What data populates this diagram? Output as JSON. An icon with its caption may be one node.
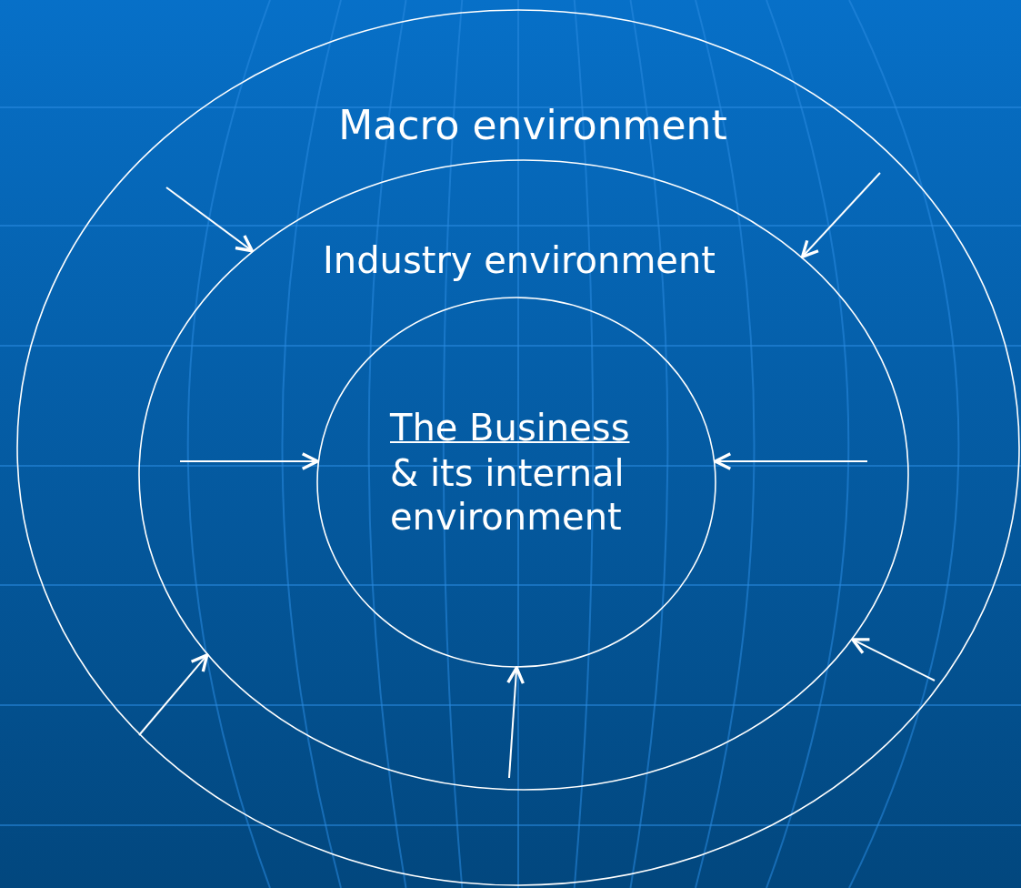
{
  "diagram": {
    "nodes": [
      {
        "text": [
          "Macro environment"
        ]
      },
      {
        "text": [
          "Industry environment"
        ],
        "in": 0
      },
      {
        "text": [
          "The Business",
          "& its internal environment"
        ],
        "in": 1
      }
    ],
    "edges": [
      {
        "from": null,
        "to": 1,
        "arrow": "to"
      },
      {
        "from": null,
        "to": 1,
        "arrow": "to"
      },
      {
        "from": null,
        "to": 2,
        "arrow": "to"
      },
      {
        "from": null,
        "to": 2,
        "arrow": "to"
      },
      {
        "from": null,
        "to": 1,
        "arrow": "to"
      },
      {
        "from": null,
        "to": 1,
        "arrow": "to"
      },
      {
        "from": null,
        "to": 2,
        "arrow": "to"
      }
    ]
  }
}
